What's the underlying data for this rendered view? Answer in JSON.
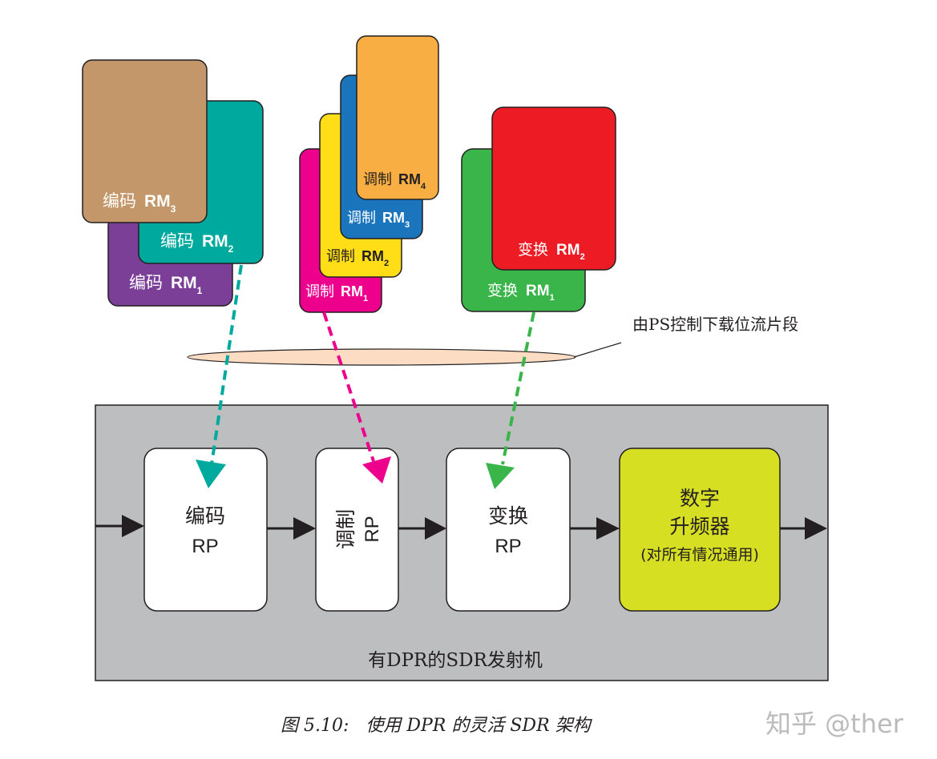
{
  "colors": {
    "encode_rm3": "#C39769",
    "encode_rm2": "#00A99D",
    "encode_rm1": "#7B3F98",
    "mod_rm4": "#F9AE43",
    "mod_rm3": "#1B75BC",
    "mod_rm2": "#FFDE17",
    "mod_rm1": "#EC008C",
    "xform_rm2": "#ED1C24",
    "xform_rm1": "#39B54A",
    "dpr_box": "#BCBEC0",
    "upconverter": "#D7DF23",
    "ellipse": "#FCDDC4"
  },
  "encode_stack": [
    {
      "label": "编码",
      "rm": "RM",
      "sub": "3"
    },
    {
      "label": "编码",
      "rm": "RM",
      "sub": "2"
    },
    {
      "label": "编码",
      "rm": "RM",
      "sub": "1"
    }
  ],
  "mod_stack": [
    {
      "label": "调制",
      "rm": "RM",
      "sub": "4"
    },
    {
      "label": "调制",
      "rm": "RM",
      "sub": "3"
    },
    {
      "label": "调制",
      "rm": "RM",
      "sub": "2"
    },
    {
      "label": "调制",
      "rm": "RM",
      "sub": "1"
    }
  ],
  "xform_stack": [
    {
      "label": "变换",
      "rm": "RM",
      "sub": "2"
    },
    {
      "label": "变换",
      "rm": "RM",
      "sub": "1"
    }
  ],
  "ps_callout": "由PS控制下载位流片段",
  "rp_blocks": {
    "encode": {
      "line1": "编码",
      "line2": "RP"
    },
    "modulate": {
      "line1": "调制",
      "line2": "RP"
    },
    "transform": {
      "line1": "变换",
      "line2": "RP"
    },
    "upconverter": {
      "line1": "数字",
      "line2": "升频器",
      "line3": "(对所有情况通用)"
    }
  },
  "system_label": "有DPR的SDR发射机",
  "caption": "图 5.10:   使用 DPR 的灵活 SDR 架构",
  "watermark": "知乎 @ther"
}
